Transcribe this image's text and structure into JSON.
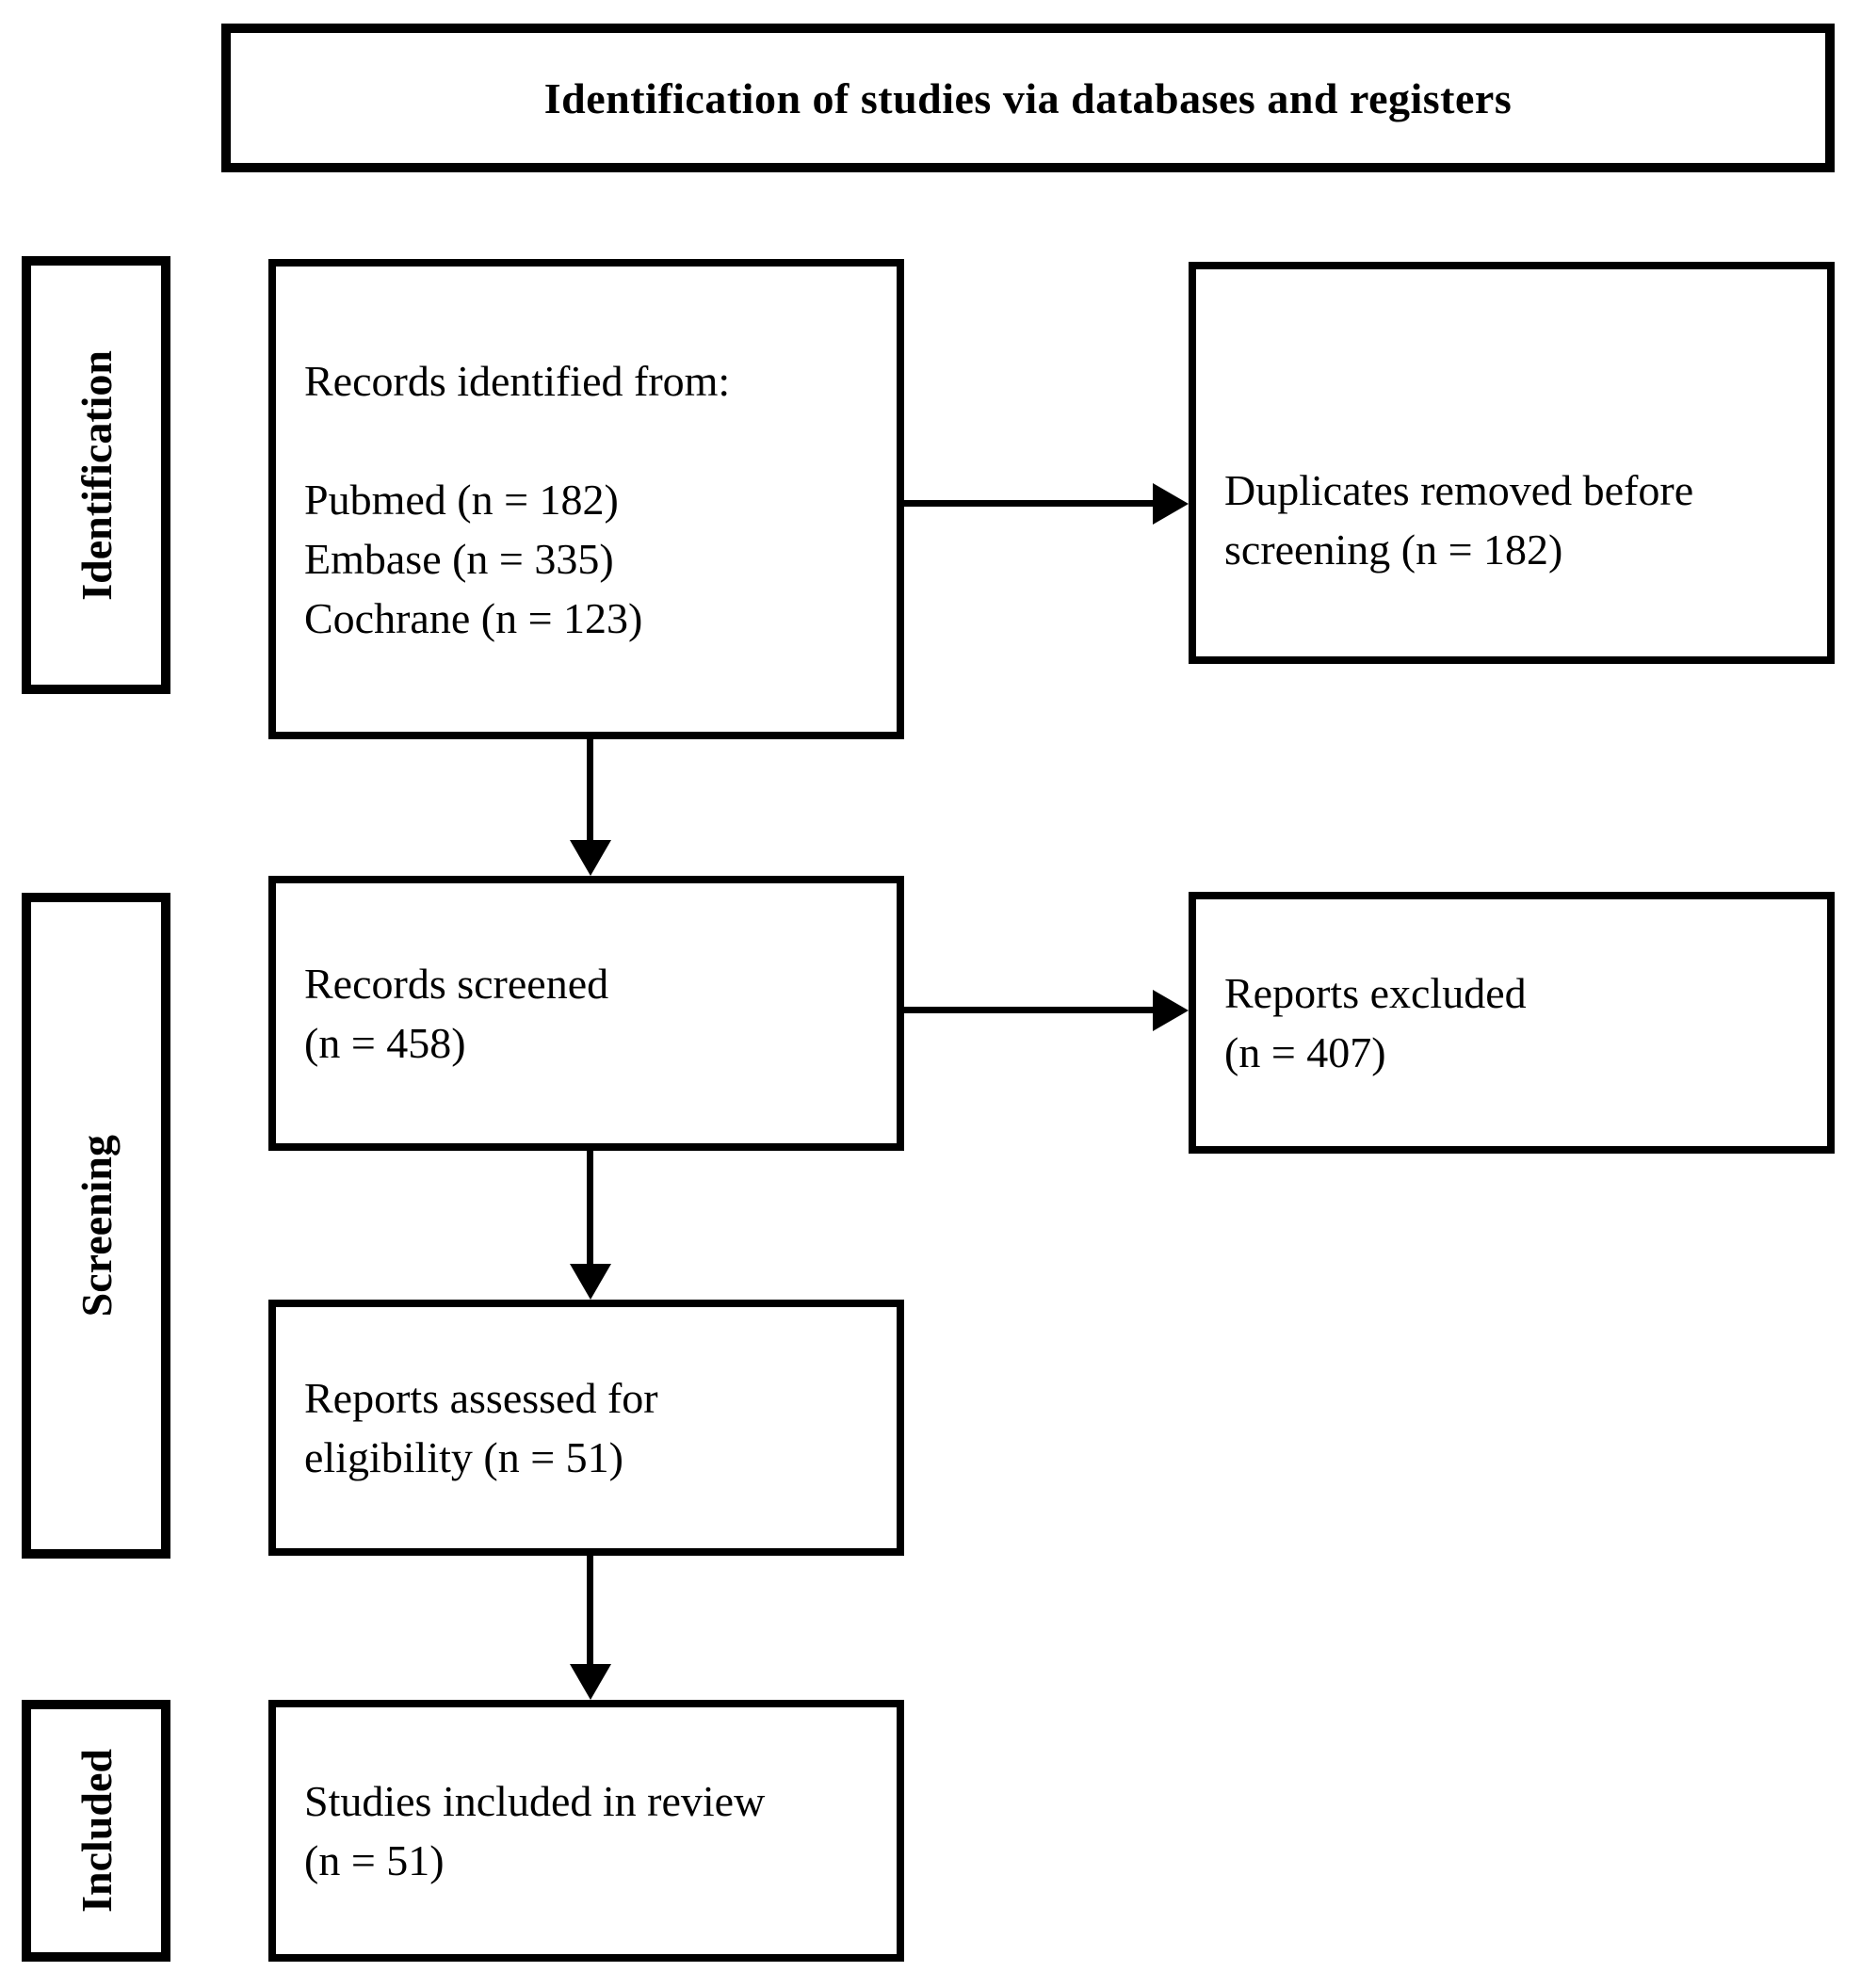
{
  "header": {
    "title": "Identification of studies via databases and registers"
  },
  "sidebar": {
    "stages": [
      {
        "label": "Identification"
      },
      {
        "label": "Screening"
      },
      {
        "label": "Included"
      }
    ]
  },
  "flow": {
    "records_identified": {
      "intro": "Records identified from:",
      "sources": [
        "Pubmed (n = 182)",
        "Embase (n = 335)",
        "Cochrane (n = 123)"
      ]
    },
    "duplicates_removed": {
      "lines": [
        "Duplicates removed before",
        "screening (n = 182)"
      ]
    },
    "records_screened": {
      "lines": [
        "Records screened",
        "(n = 458)"
      ]
    },
    "reports_excluded": {
      "lines": [
        "Reports excluded",
        "(n = 407)"
      ]
    },
    "reports_assessed": {
      "lines": [
        "Reports assessed for",
        "eligibility (n = 51)"
      ]
    },
    "studies_included": {
      "lines": [
        "Studies included in review",
        "(n = 51)"
      ]
    }
  },
  "colors": {
    "line": "#000000",
    "background": "#ffffff",
    "text": "#000000"
  }
}
